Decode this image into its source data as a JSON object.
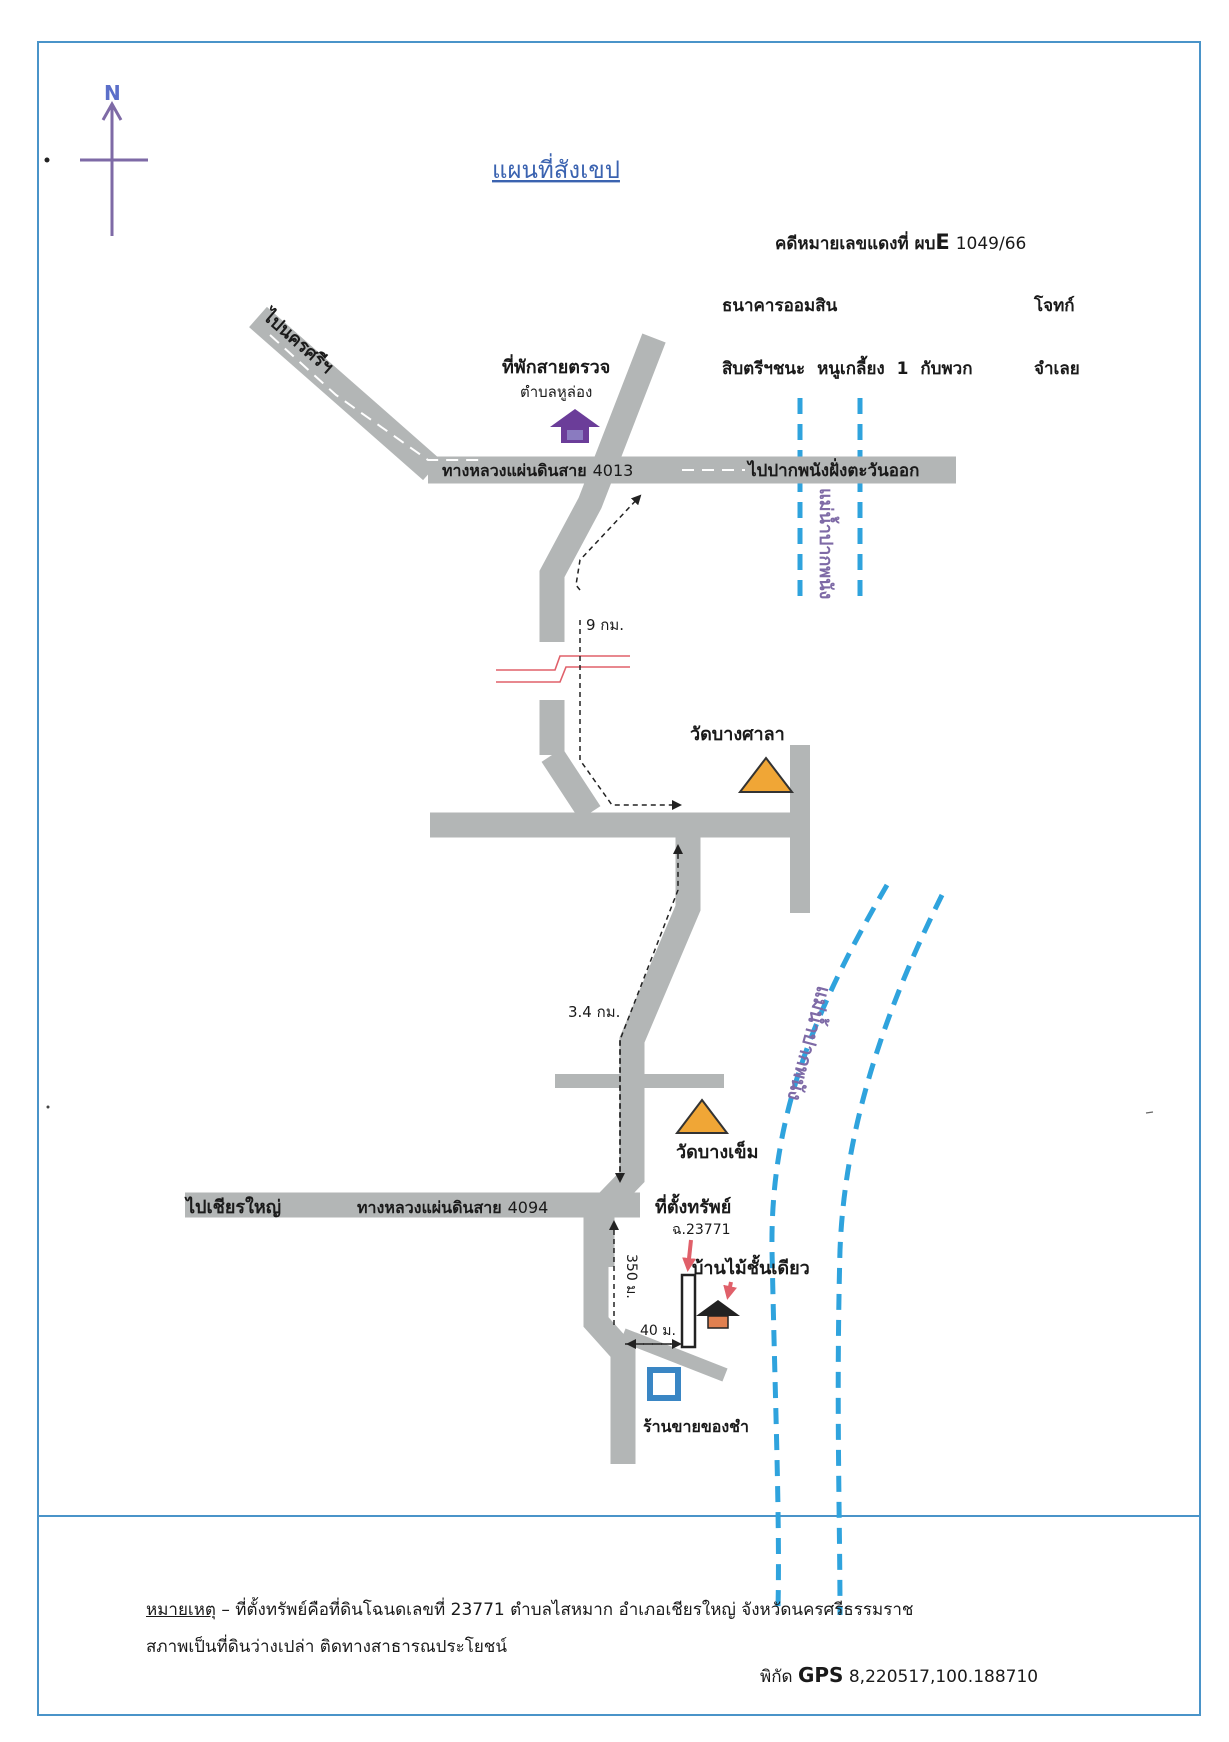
{
  "title": "แผนที่สังเขป",
  "compass": {
    "label": "N"
  },
  "case_header": {
    "line1_prefix": "คดีหมายเลขแดงที่ ผบ",
    "line1_letter": "E",
    "line1_number": "1049/66",
    "plaintiff": "ธนาคารออมสิน",
    "plaintiff_role": "โจทก์",
    "defendant": "สิบตรีฯชนะ หนูเกลี้ยง 1 กับพวก",
    "defendant_role": "จำเลย"
  },
  "labels": {
    "to_nakhon_si": "ไปนครศรีฯ",
    "police_box": "ที่พักสายตรวจ",
    "police_sub": "ตำบลหูล่อง",
    "highway_4013": "ทางหลวงแผ่นดินสาย",
    "highway_4013_no": "4013",
    "to_pak_phanang_east": "ไปปากพนังฝั่งตะวันออก",
    "river_top": "แม่น้ำปากพนัง",
    "river_bottom": "แม่น้ำปากพนัง",
    "dist_9km": "9 กม.",
    "wat_bang_sala": "วัดบางศาลา",
    "dist_3_4km": "3.4 กม.",
    "wat_bang_khem": "วัดบางเข็ม",
    "to_chian_yai": "ไปเชียรใหญ่",
    "highway_4094": "ทางหลวงแผ่นดินสาย",
    "highway_4094_no": "4094",
    "property_location": "ที่ตั้งทรัพย์",
    "deed_no": "ฉ.23771",
    "wooden_house": "บ้านไม้ชั้นเดียว",
    "dist_350m": "350 ม.",
    "dist_40m": "40 ม.",
    "grocery": "ร้านขายของชำ"
  },
  "note": {
    "heading": "หมายเหตุ",
    "line1": " – ที่ตั้งทรัพย์คือที่ดินโฉนดเลขที่  23771 ตำบลไสหมาก  อำเภอเชียรใหญ่  จังหวัดนครศรีธรรมราช",
    "line2": "สภาพเป็นที่ดินว่างเปล่า  ติดทางสาธารณประโยชน์"
  },
  "gps": {
    "prefix": "พิกัด",
    "label": "GPS",
    "value": "8,220517,100.188710"
  },
  "colors": {
    "road": "#b3b6b6",
    "river": "#2fa3dd",
    "frame": "#4a94c9",
    "temple": "#f0a636",
    "compass": "#7e6aa6",
    "police_icon": "#6b3d99",
    "red_arrow": "#e0606a",
    "grocery_icon": "#3a86c4",
    "house_icon": "#e08050"
  }
}
